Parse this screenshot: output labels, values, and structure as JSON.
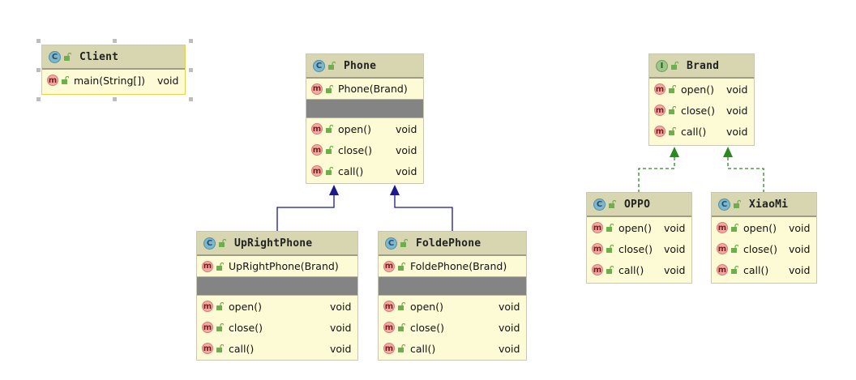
{
  "colors": {
    "class_fill": "#fdfbd5",
    "header_fill": "#d7d6b1",
    "inheritance_arrow": "#1a1a8c",
    "realization_arrow": "#2b8a1f"
  },
  "classes": {
    "client": {
      "kind": "C",
      "name": "Client",
      "methods": [
        {
          "name": "main(String[])",
          "type": "void"
        }
      ]
    },
    "phone": {
      "kind": "C",
      "name": "Phone",
      "constructors": [
        {
          "name": "Phone(Brand)"
        }
      ],
      "methods": [
        {
          "name": "open()",
          "type": "void"
        },
        {
          "name": "close()",
          "type": "void"
        },
        {
          "name": "call()",
          "type": "void"
        }
      ]
    },
    "brand": {
      "kind": "I",
      "name": "Brand",
      "methods": [
        {
          "name": "open()",
          "type": "void"
        },
        {
          "name": "close()",
          "type": "void"
        },
        {
          "name": "call()",
          "type": "void"
        }
      ]
    },
    "upright": {
      "kind": "C",
      "name": "UpRightPhone",
      "constructors": [
        {
          "name": "UpRightPhone(Brand)"
        }
      ],
      "methods": [
        {
          "name": "open()",
          "type": "void"
        },
        {
          "name": "close()",
          "type": "void"
        },
        {
          "name": "call()",
          "type": "void"
        }
      ]
    },
    "folde": {
      "kind": "C",
      "name": "FoldePhone",
      "constructors": [
        {
          "name": "FoldePhone(Brand)"
        }
      ],
      "methods": [
        {
          "name": "open()",
          "type": "void"
        },
        {
          "name": "close()",
          "type": "void"
        },
        {
          "name": "call()",
          "type": "void"
        }
      ]
    },
    "oppo": {
      "kind": "C",
      "name": "OPPO",
      "methods": [
        {
          "name": "open()",
          "type": "void"
        },
        {
          "name": "close()",
          "type": "void"
        },
        {
          "name": "call()",
          "type": "void"
        }
      ]
    },
    "xiaomi": {
      "kind": "C",
      "name": "XiaoMi",
      "methods": [
        {
          "name": "open()",
          "type": "void"
        },
        {
          "name": "close()",
          "type": "void"
        },
        {
          "name": "call()",
          "type": "void"
        }
      ]
    }
  },
  "method_badge": "m"
}
